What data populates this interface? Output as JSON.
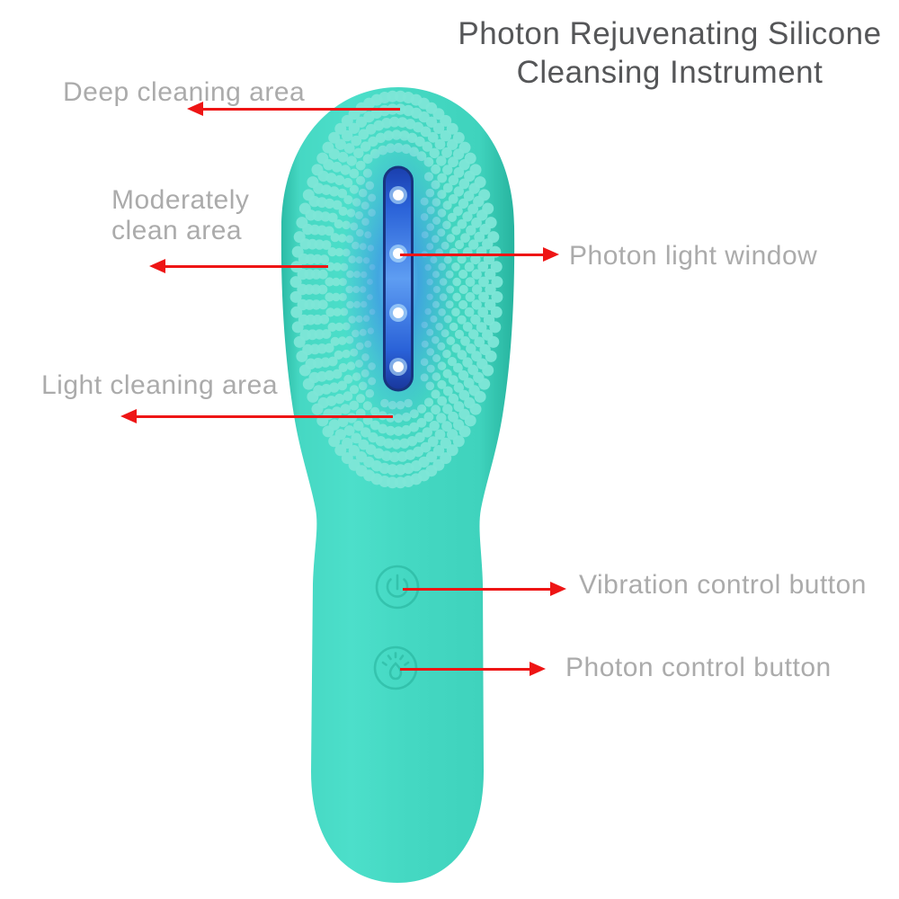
{
  "title": {
    "line1": "Photon Rejuvenating Silicone",
    "line2": "Cleansing Instrument",
    "color": "#555658"
  },
  "annotations": {
    "deep": {
      "label": "Deep cleaning area",
      "arrow_direction": "left"
    },
    "moderate": {
      "line1": "Moderately",
      "line2": "clean area",
      "arrow_direction": "left"
    },
    "window": {
      "label": "Photon light window",
      "arrow_direction": "right"
    },
    "light": {
      "label": "Light cleaning area",
      "arrow_direction": "left"
    },
    "vibration": {
      "label": "Vibration control button",
      "arrow_direction": "right"
    },
    "photon": {
      "label": "Photon control button",
      "arrow_direction": "right"
    }
  },
  "product": {
    "name": "photon-silicone-cleansing-brush",
    "body_color": "#44d8c2",
    "body_edge_color": "#2ab8a2",
    "bristle_dot_color": "#7ee6d7",
    "light_window": {
      "border_color": "#17357f",
      "glow_color": "#3a7ce8",
      "led_color": "#ffffff",
      "led_count": 4
    },
    "buttons": [
      {
        "icon": "power-icon",
        "function": "vibration control"
      },
      {
        "icon": "light-bulb-icon",
        "function": "photon control"
      }
    ]
  },
  "colors": {
    "label_text": "#ababab",
    "arrow": "#ee1515",
    "background": "#ffffff"
  }
}
